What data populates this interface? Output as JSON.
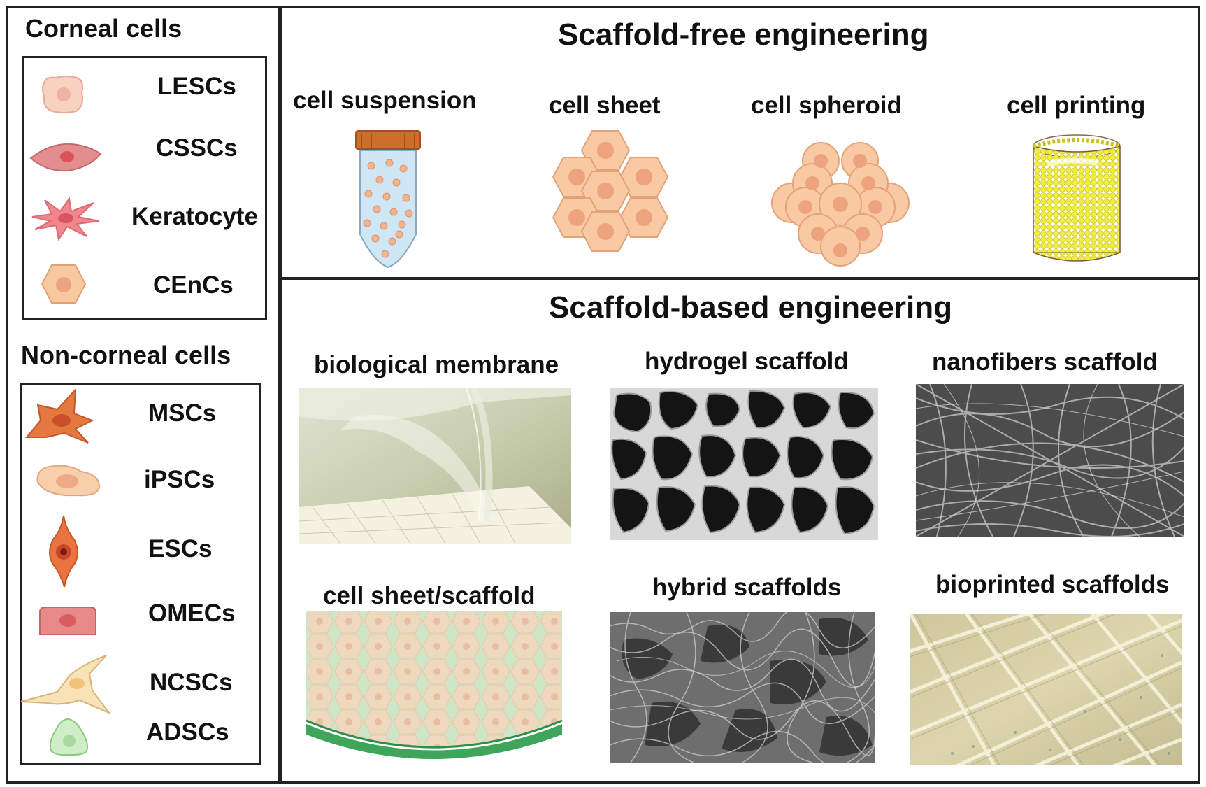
{
  "left_panel": {
    "corneal_title": "Corneal cells",
    "corneal_cells": [
      {
        "label": "LESCs",
        "icon": "lesc-cell-icon"
      },
      {
        "label": "CSSCs",
        "icon": "cssc-cell-icon"
      },
      {
        "label": "Keratocyte",
        "icon": "keratocyte-cell-icon"
      },
      {
        "label": "CEnCs",
        "icon": "cenc-cell-icon"
      }
    ],
    "noncorneal_title": "Non-corneal cells",
    "noncorneal_cells": [
      {
        "label": "MSCs",
        "icon": "msc-cell-icon"
      },
      {
        "label": "iPSCs",
        "icon": "ipsc-cell-icon"
      },
      {
        "label": "ESCs",
        "icon": "esc-cell-icon"
      },
      {
        "label": "OMECs",
        "icon": "omec-cell-icon"
      },
      {
        "label": "NCSCs",
        "icon": "ncsc-cell-icon"
      },
      {
        "label": "ADSCs",
        "icon": "adsc-cell-icon"
      }
    ]
  },
  "scaffold_free": {
    "title": "Scaffold-free engineering",
    "items": [
      {
        "label": "cell suspension",
        "icon": "tube-icon"
      },
      {
        "label": "cell sheet",
        "icon": "cell-sheet-icon"
      },
      {
        "label": "cell spheroid",
        "icon": "spheroid-icon"
      },
      {
        "label": "cell printing",
        "icon": "printed-cylinder-icon"
      }
    ]
  },
  "scaffold_based": {
    "title": "Scaffold-based engineering",
    "items": [
      {
        "label": "biological membrane"
      },
      {
        "label": "hydrogel scaffold"
      },
      {
        "label": "nanofibers scaffold"
      },
      {
        "label": "cell sheet/scaffold"
      },
      {
        "label": "hybrid scaffolds"
      },
      {
        "label": "bioprinted scaffolds"
      }
    ]
  },
  "colors": {
    "border": "#222222",
    "cell_peach": "#f5c9a0",
    "cell_nucleus": "#e9a27f",
    "nanofiber_bg": "#4a4a4a",
    "printing_yellow": "#f2ee3a"
  }
}
